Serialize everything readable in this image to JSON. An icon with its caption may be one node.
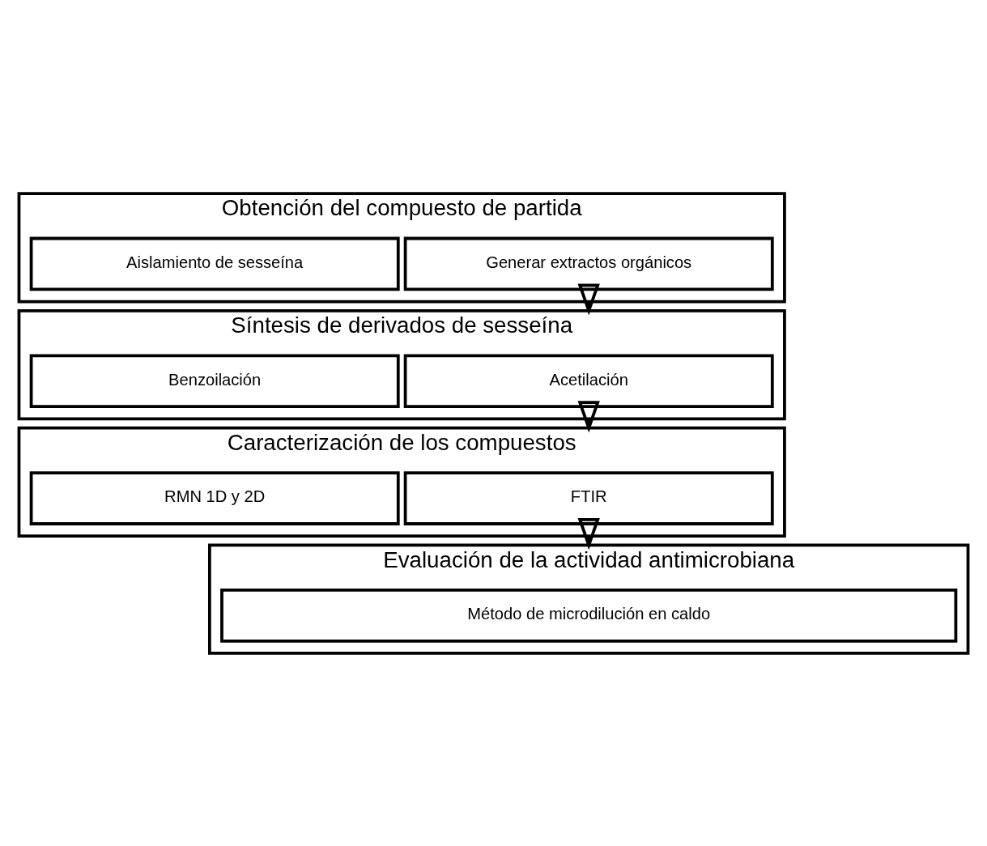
{
  "diagram": {
    "nodes": [
      {
        "text": [
          "Obtención del compuesto de partida"
        ]
      },
      {
        "text": [
          "Generar extractos orgánicos"
        ],
        "in": 0
      },
      {
        "text": [
          "Aislamiento de sesseína"
        ],
        "in": 0
      },
      {
        "text": [
          "Síntesis de derivados de sesseína"
        ]
      },
      {
        "text": [
          "Acetilación"
        ],
        "in": 3
      },
      {
        "text": [
          "Benzoilación"
        ],
        "in": 3
      },
      {
        "text": [
          "Caracterización de los compuestos"
        ]
      },
      {
        "text": [
          "FTIR"
        ],
        "in": 6
      },
      {
        "text": [
          "RMN 1D y 2D"
        ],
        "in": 6
      },
      {
        "text": [
          "Evaluación de la actividad antimicrobiana"
        ]
      },
      {
        "text": [
          "Método de microdilución en caldo"
        ],
        "in": 9
      }
    ],
    "edges": [
      {
        "from": 0,
        "to": 3,
        "arrow": "to"
      },
      {
        "from": 3,
        "to": 6,
        "arrow": "to"
      },
      {
        "from": 6,
        "to": 9,
        "arrow": "to"
      }
    ]
  }
}
